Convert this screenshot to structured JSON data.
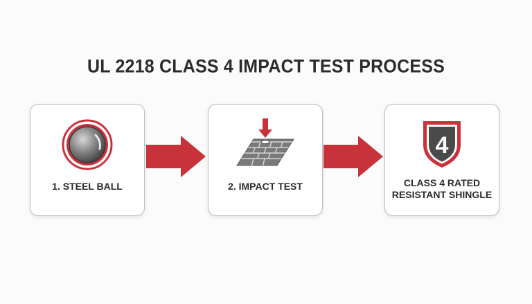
{
  "title": "UL 2218 CLASS 4 IMPACT TEST PROCESS",
  "steps": [
    {
      "label": "1. STEEL BALL",
      "icon": "steel-ball-icon"
    },
    {
      "label": "2. IMPACT TEST",
      "icon": "impact-shingle-icon"
    },
    {
      "label_lines": [
        "CLASS 4 RATED",
        "RESISTANT SHINGLE"
      ],
      "icon": "class-4-shield-icon",
      "badge": "4"
    }
  ],
  "colors": {
    "accent_red": "#c8323a",
    "shingle_gray": "#7a7a7a",
    "shield_dark": "#4a4a4a",
    "text": "#2b2b2b"
  }
}
